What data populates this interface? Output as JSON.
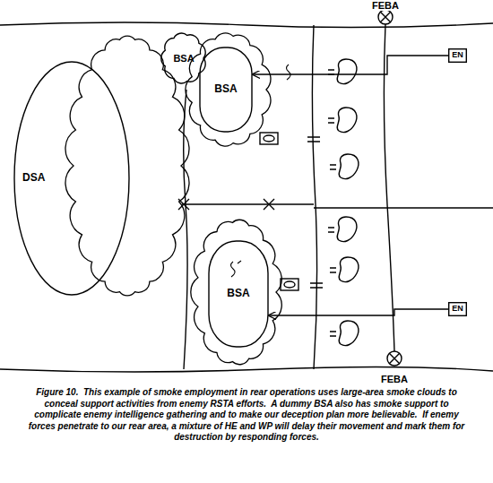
{
  "diagram": {
    "caption": "Figure 10.  This example of smoke employment in rear operations uses large-area smoke clouds to conceal support activities from enemy RSTA efforts.  A dummy BSA also has smoke support to complicate enemy intelligence gathering and to make our deception plan more believable.  If enemy forces penetrate to our rear area, a mixture of HE and WP will delay their movement and mark them for destruction by responding forces.",
    "nodes": [
      {
        "text": [
          "DSA"
        ]
      },
      {
        "text": [
          "BSA"
        ]
      },
      {
        "text": [
          "BSA"
        ]
      },
      {
        "text": [
          "BSA"
        ]
      },
      {
        "text": [
          "EN"
        ]
      },
      {
        "text": [
          "EN"
        ]
      }
    ],
    "edges": [
      {
        "from": 4,
        "to": 2,
        "arrow": "to"
      },
      {
        "from": 5,
        "to": 3,
        "arrow": "to"
      }
    ],
    "labels": [
      "FEBA",
      "FEBA"
    ]
  }
}
